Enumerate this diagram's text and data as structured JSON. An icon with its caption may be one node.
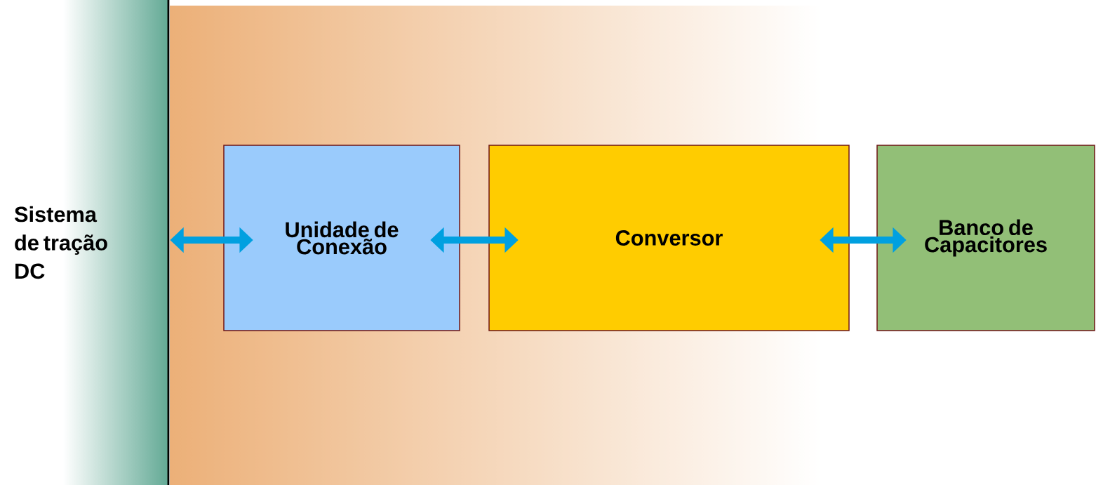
{
  "diagram": {
    "nodes": [
      {
        "text": [
          "Sistema de tração DC"
        ]
      },
      {
        "text": [
          "Unidade de Conexão"
        ]
      },
      {
        "text": [
          "Conversor"
        ]
      },
      {
        "text": [
          "Banco de Capacitores"
        ]
      }
    ],
    "edges": [
      {
        "from": 0,
        "to": 1,
        "arrow": "both"
      },
      {
        "from": 1,
        "to": 2,
        "arrow": "both"
      },
      {
        "from": 2,
        "to": 3,
        "arrow": "both"
      }
    ]
  }
}
